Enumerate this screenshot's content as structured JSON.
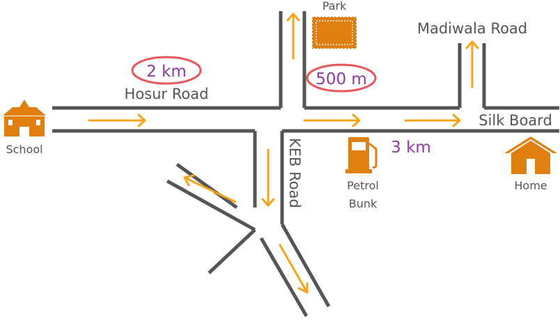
{
  "colors": {
    "road": "#555555",
    "arrow": "#f7a21b",
    "icon": "#e07e10",
    "distance_text": "#8e3a9d",
    "highlight_ring": "#e8575a"
  },
  "roads": {
    "hosur": "Hosur Road",
    "keb": "KEB Road",
    "madiwala": "Madiwala Road",
    "silk_board": "Silk Board"
  },
  "places": {
    "school": "School",
    "park": "Park",
    "home": "Home",
    "petrol_bunk_line1": "Petrol",
    "petrol_bunk_line2": "Bunk"
  },
  "distances": {
    "hosur": "2 km",
    "park_segment": "500 m",
    "silk_board": "3 km"
  },
  "icons": [
    "school-icon",
    "park-icon",
    "petrol-pump-icon",
    "home-icon"
  ]
}
